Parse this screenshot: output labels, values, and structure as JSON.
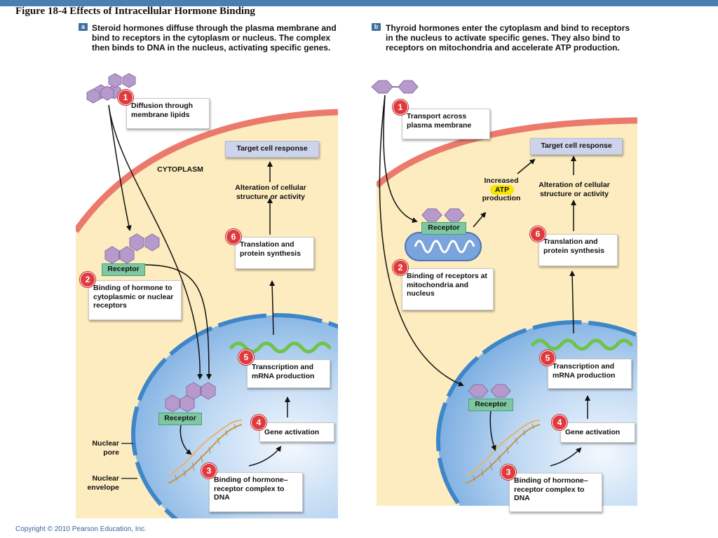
{
  "figure_title": "Figure 18-4  Effects of Intracellular Hormone Binding",
  "copyright": "Copyright © 2010 Pearson Education, Inc.",
  "panel_a": {
    "letter": "a",
    "description": "Steroid hormones diffuse through the plasma membrane and bind to receptors in the cytoplasm or nucleus. The complex then binds to DNA in the nucleus, activating specific genes.",
    "cytoplasm_label": "CYTOPLASM",
    "nuclear_pore_label": "Nuclear pore",
    "nuclear_envelope_label": "Nuclear envelope",
    "receptor_label_1": "Receptor",
    "receptor_label_2": "Receptor",
    "target_response": "Target cell response",
    "alteration": "Alteration of cellular structure or activity",
    "steps": [
      {
        "num": "1",
        "text": "Diffusion through membrane lipids"
      },
      {
        "num": "2",
        "text": "Binding of hormone to cytoplasmic or nuclear receptors"
      },
      {
        "num": "3",
        "text": "Binding of hormone–receptor complex to DNA"
      },
      {
        "num": "4",
        "text": "Gene activation"
      },
      {
        "num": "5",
        "text": "Transcription and mRNA production"
      },
      {
        "num": "6",
        "text": "Translation and protein synthesis"
      }
    ]
  },
  "panel_b": {
    "letter": "b",
    "description": "Thyroid hormones enter the cytoplasm and bind to receptors in the nucleus to activate specific genes. They also bind to receptors on mitochondria and accelerate ATP production.",
    "receptor_label_1": "Receptor",
    "receptor_label_2": "Receptor",
    "target_response": "Target cell response",
    "increased": "Increased",
    "atp": "ATP",
    "production": "production",
    "alteration": "Alteration of cellular structure or activity",
    "steps": [
      {
        "num": "1",
        "text": "Transport across plasma membrane"
      },
      {
        "num": "2",
        "text": "Binding of receptors at mitochondria and nucleus"
      },
      {
        "num": "3",
        "text": "Binding of hormone–receptor complex to DNA"
      },
      {
        "num": "4",
        "text": "Gene activation"
      },
      {
        "num": "5",
        "text": "Transcription and mRNA production"
      },
      {
        "num": "6",
        "text": "Translation and protein synthesis"
      }
    ]
  },
  "colors": {
    "cytoplasm": "#fcecbf",
    "membrane": "#ec7a6c",
    "nucleus": "#9dc3ea",
    "nuclear_envelope": "#3f86c8",
    "hormone": "#b59acb",
    "receptor": "#7fc7a2",
    "step_badge": "#e03a3e",
    "response_box": "#cdd3ea",
    "mrna": "#6fc34a",
    "atp_badge": "#f6e600"
  }
}
